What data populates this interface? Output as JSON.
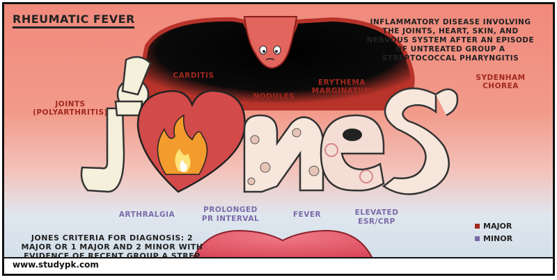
{
  "title": "RHEUMATIC FEVER",
  "description": "INFLAMMATORY DISEASE INVOLVING THE JOINTS, HEART, SKIN, AND NERVOUS SYSTEM AFTER AN EPISODE OF UNTREATED GROUP A STREPTOCOCCAL PHARYNGITIS",
  "major_criteria": {
    "joints": "JOINTS (POLYARTHRITIS)",
    "carditis": "CARDITIS",
    "nodules": "NODULES",
    "erythema": "ERYTHEMA MARGINATUM",
    "chorea": "SYDENHAM CHOREA"
  },
  "minor_criteria": {
    "arthralgia": "ARTHRALGIA",
    "pr_interval": "PROLONGED PR INTERVAL",
    "fever": "FEVER",
    "esr_crp": "ELEVATED ESR/CRP"
  },
  "diagnosis_note": "JONES CRITERIA FOR DIAGNOSIS: 2 MAJOR OR 1 MAJOR AND 2 MINOR WITH EVIDENCE OF RECENT GROUP A STREP INFECTION",
  "legend": {
    "major_label": "MAJOR",
    "minor_label": "MINOR",
    "major_color": "#a1281e",
    "minor_color": "#7a6aa8"
  },
  "footer_url": "www.studypk.com"
}
